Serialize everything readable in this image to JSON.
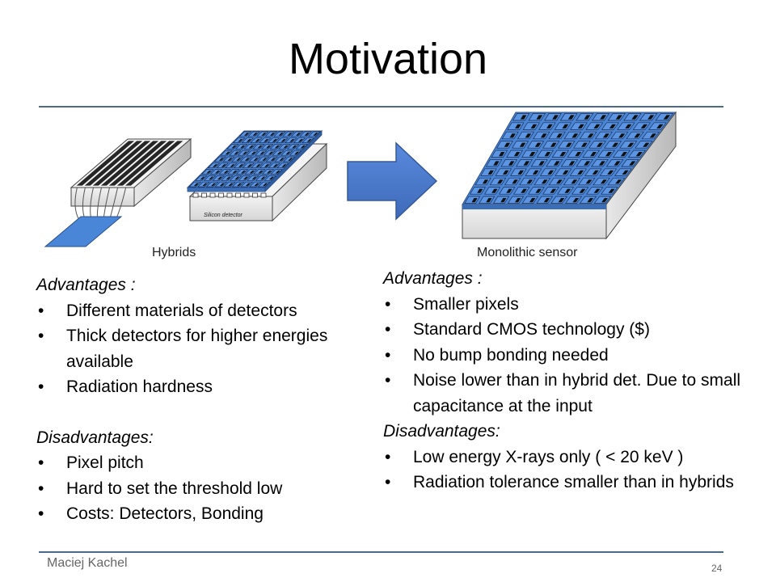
{
  "title": "Motivation",
  "figure": {
    "left_caption": "Hybrids",
    "right_caption": "Monolithic sensor",
    "detector_label": "Silicon detector"
  },
  "left_column": {
    "advantages_heading": "Advantages :",
    "advantages": [
      "Different materials of detectors",
      "Thick detectors for higher energies available",
      "Radiation hardness"
    ],
    "disadvantages_heading": "Disadvantages:",
    "disadvantages": [
      "Pixel pitch",
      "Hard to set the threshold low",
      "Costs: Detectors, Bonding"
    ]
  },
  "right_column": {
    "advantages_heading": "Advantages :",
    "advantages": [
      "Smaller pixels",
      "Standard CMOS technology ($)",
      "No bump bonding needed",
      "Noise lower than in hybrid det. Due to small capacitance at the input"
    ],
    "disadvantages_heading": "Disadvantages:",
    "disadvantages": [
      "Low energy X-rays only ( < 20 keV )",
      "Radiation tolerance smaller than in hybrids"
    ]
  },
  "footer": {
    "author": "Maciej Kachel",
    "page_number": "24"
  },
  "colors": {
    "rule": "#4a6a8a",
    "pixel_blue": "#4a86d8",
    "arrow_blue": "#4a78cc"
  }
}
